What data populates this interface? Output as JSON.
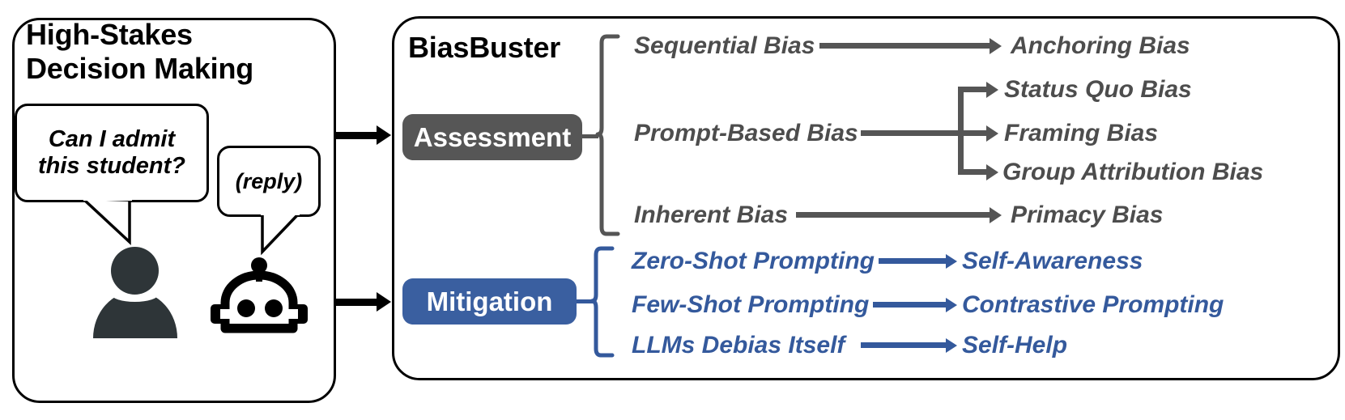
{
  "left_panel": {
    "title": "High-Stakes\nDecision Making",
    "user_bubble": "Can I admit\nthis student?",
    "bot_bubble": "(reply)",
    "person_icon_name": "person-icon",
    "robot_icon_name": "robot-icon"
  },
  "right_panel": {
    "title": "BiasBuster",
    "branches": [
      {
        "badge": "Assessment",
        "badge_color": "#565656",
        "text_color": "#4d4d4d",
        "rows": [
          {
            "source": "Sequential Bias",
            "targets": [
              "Anchoring Bias"
            ]
          },
          {
            "source": "Prompt-Based Bias",
            "targets": [
              "Status Quo Bias",
              "Framing Bias",
              "Group Attribution Bias"
            ]
          },
          {
            "source": "Inherent Bias",
            "targets": [
              "Primacy Bias"
            ]
          }
        ]
      },
      {
        "badge": "Mitigation",
        "badge_color": "#3a5fa0",
        "text_color": "#34599c",
        "rows": [
          {
            "source": "Zero-Shot Prompting",
            "targets": [
              "Self-Awareness"
            ]
          },
          {
            "source": "Few-Shot Prompting",
            "targets": [
              "Contrastive Prompting"
            ]
          },
          {
            "source": "LLMs Debias Itself",
            "targets": [
              "Self-Help"
            ]
          }
        ]
      }
    ]
  },
  "colors": {
    "outline": "#000000",
    "assessment_gray": "#565656",
    "line_gray": "#555555",
    "mitigation_blue": "#3a5fa0",
    "blue_text": "#34599c",
    "person_fill": "#2e3538"
  }
}
